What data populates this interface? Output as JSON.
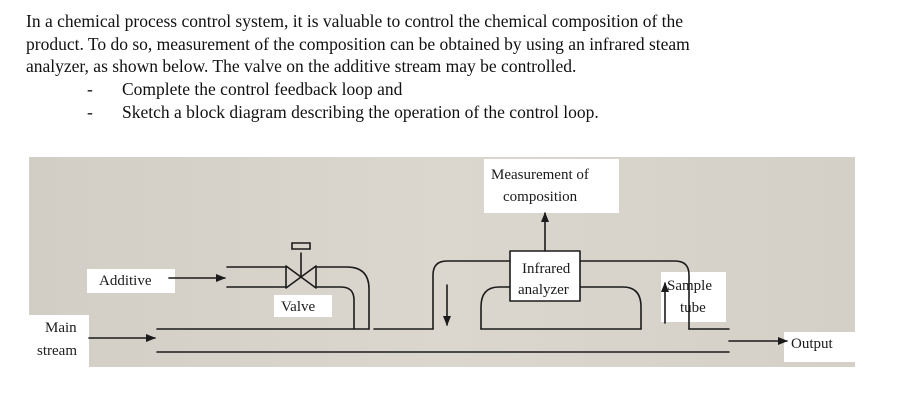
{
  "problem": {
    "paragraph_lines": [
      "In a chemical process control system, it is valuable to control the chemical composition of the",
      "product. To do so,  measurement of the composition can be obtained by using an infrared steam",
      "analyzer, as shown below. The valve on the additive stream may be controlled."
    ],
    "bullet_dash": "-",
    "bullets": [
      "Complete the control feedback loop and",
      "Sketch a block diagram describing the operation of the control loop."
    ]
  },
  "figure": {
    "labels": {
      "measurement_line1": "Measurement of",
      "measurement_line2": "composition",
      "additive": "Additive",
      "valve": "Valve",
      "analyzer_line1": "Infrared",
      "analyzer_line2": "analyzer",
      "sample_line1": "Sample",
      "sample_line2": "tube",
      "main_line1": "Main",
      "main_line2": "stream",
      "output": "Output"
    },
    "colors": {
      "photo_background": "#d8d4cc",
      "line": "#1b1b1b",
      "page": "#ffffff"
    }
  }
}
